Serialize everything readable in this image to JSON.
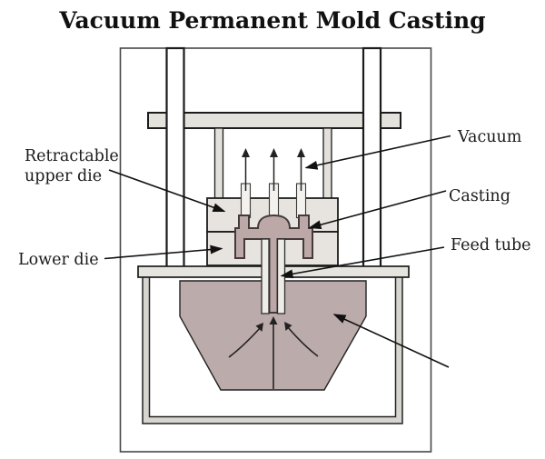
{
  "title": "Vacuum Permanent Mold Casting",
  "labels": {
    "retractable_upper_die_line1": "Retractable",
    "retractable_upper_die_line2": "upper die",
    "lower_die": "Lower die",
    "vacuum": "Vacuum",
    "casting": "Casting",
    "feed_tube": "Feed tube"
  },
  "colors": {
    "background": "#ffffff",
    "molten_metal": "#bcabab",
    "casting_fill": "#bda8a8",
    "die_fill": "#e7e4df",
    "machine_gray": "#e4e2dc",
    "crucible_wall": "#d7d5d0",
    "outline": "#1c1c1c"
  }
}
